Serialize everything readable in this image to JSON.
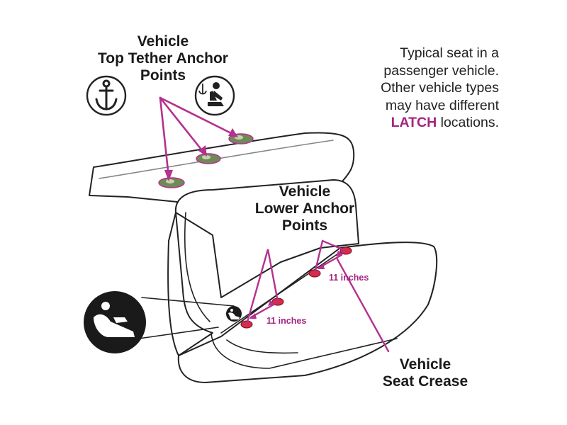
{
  "labels": {
    "top_tether": {
      "line1": "Vehicle",
      "line2": "Top Tether Anchor",
      "line3": "Points"
    },
    "lower_anchor": {
      "line1": "Vehicle",
      "line2": "Lower Anchor",
      "line3": "Points"
    },
    "seat_crease": {
      "line1": "Vehicle",
      "line2": "Seat Crease"
    }
  },
  "note": {
    "line1": "Typical seat in a",
    "line2": "passenger vehicle.",
    "line3": "Other vehicle types",
    "line4": "may have different",
    "latch": "LATCH",
    "line5_rest": " locations."
  },
  "measurements": {
    "upper": "11 inches",
    "lower": "11 inches"
  },
  "icons": [
    "anchor-icon",
    "car-seat-tether-icon",
    "car-seat-icon"
  ],
  "colors": {
    "accent": "#b5308f",
    "label": "#a3247f",
    "anchor_pad": "#6e8a56",
    "lower_anchor": "#d92b45",
    "outline": "#222222"
  }
}
